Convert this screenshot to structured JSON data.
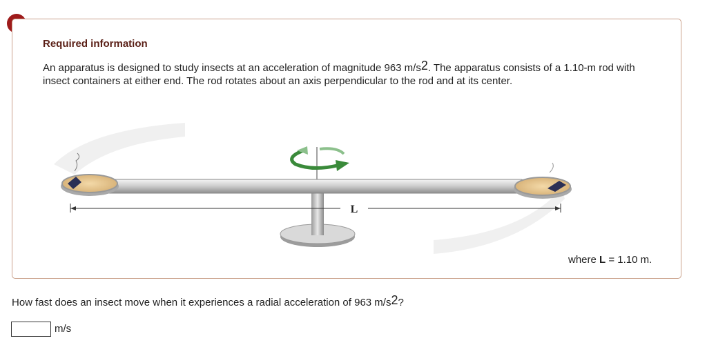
{
  "alert": {
    "symbol": "!"
  },
  "info": {
    "title": "Required information",
    "text_part1": "An apparatus is designed to study insects at an acceleration of magnitude 963 m/s",
    "text_sup": "2",
    "text_part2": ". The apparatus consists of a 1.10-m rod with insect containers at either end. The rod rotates about an axis perpendicular to the rod and at its center."
  },
  "figure": {
    "length_label": "L",
    "caption_prefix": "where ",
    "caption_symbol": "L",
    "caption_value": " = 1.10 m."
  },
  "question": {
    "text_part1": "How fast does an insect move when it experiences a radial acceleration of 963 m/s",
    "text_sup": "2",
    "text_part2": "?"
  },
  "answer": {
    "value": "",
    "unit": "m/s"
  },
  "colors": {
    "alert": "#9e1b1b",
    "border": "#c9a08a",
    "title": "#5a1f16",
    "arrow": "#3a8a3a"
  }
}
